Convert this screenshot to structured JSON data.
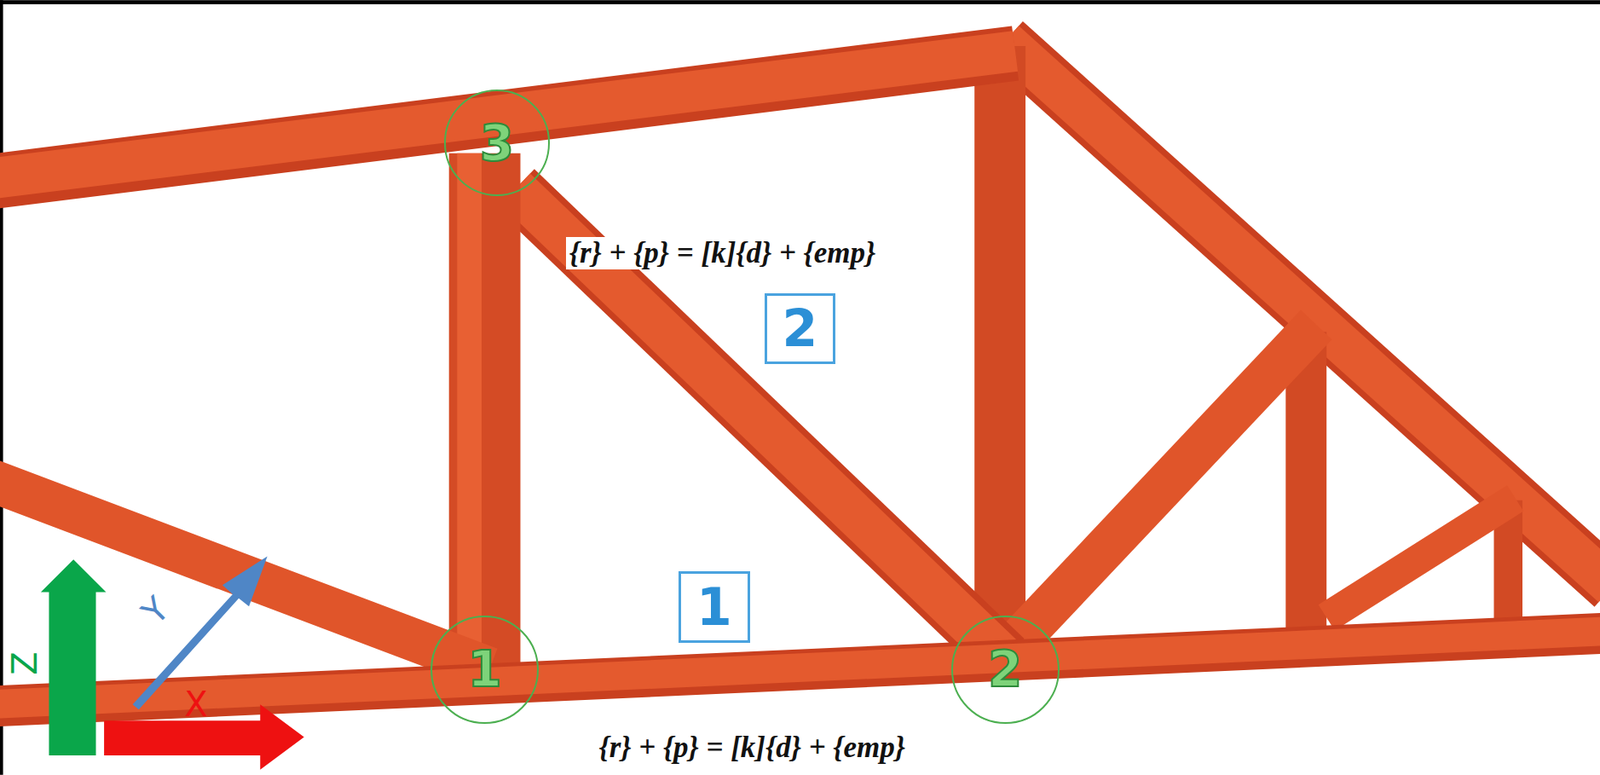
{
  "diagram": {
    "nodes": [
      {
        "text": [
          "3"
        ]
      },
      {
        "text": [
          "2"
        ]
      },
      {
        "text": [
          "1"
        ]
      },
      {
        "text": [
          "1"
        ]
      },
      {
        "text": [
          "2"
        ]
      }
    ],
    "labels": [
      "{r} + {p} = [k]{d} + {emp}",
      "Z",
      "Y",
      "X",
      "{r} + {p} = [k]{d} + {emp}"
    ]
  }
}
